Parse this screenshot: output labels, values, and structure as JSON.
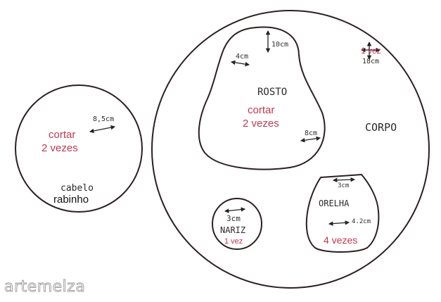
{
  "left_circle": {
    "measure": "8,5cm",
    "cut_line1": "cortar",
    "cut_line2": "2 vezes",
    "name_line1": "cabelo",
    "name_line2": "rabinho"
  },
  "big_circle": {
    "label": "CORPO",
    "cut_count": "1 vez",
    "measure": "18cm"
  },
  "face": {
    "label": "ROSTO",
    "cut_line1": "cortar",
    "cut_line2": "2 vezes",
    "measure_width": "4cm",
    "measure_height": "10cm",
    "measure_side": "8cm"
  },
  "nose": {
    "label": "NARIZ",
    "measure": "3cm",
    "cut_count": "1 vez"
  },
  "ear": {
    "label": "ORELHA",
    "measure_top": "3cm",
    "measure_side": "4.2cm",
    "cut_count": "4 vezes"
  },
  "watermark": "artemelza",
  "colors": {
    "outline": "#2a2020",
    "cut_text": "#c0394f",
    "handwriting": "#2b2b2b",
    "watermark_stroke": "#9a9a9a"
  }
}
